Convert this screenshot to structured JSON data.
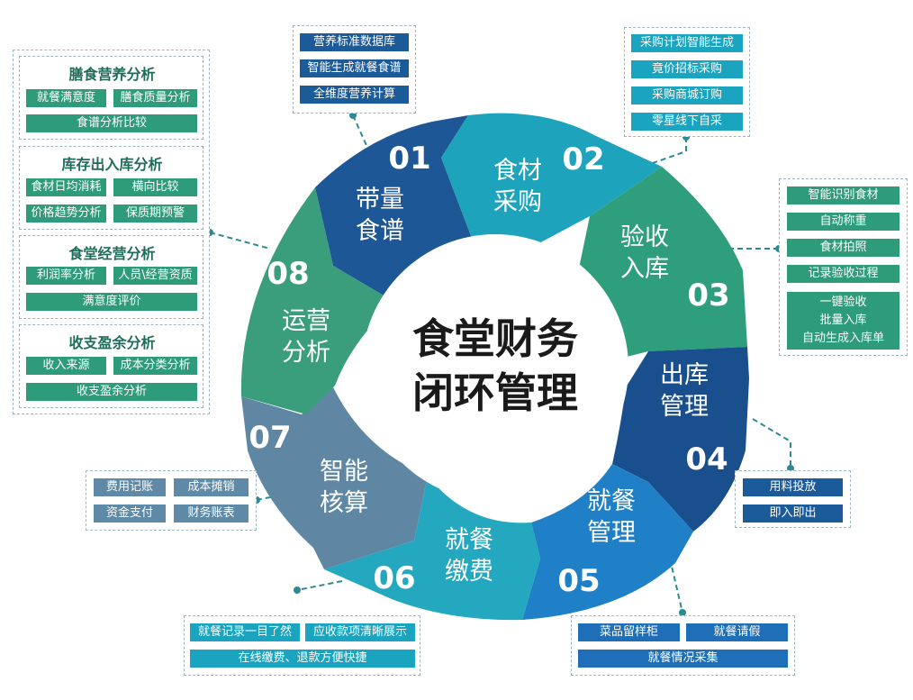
{
  "colors": {
    "step01": "#1d5796",
    "step02": "#1da3bb",
    "step03": "#2f9e7d",
    "step04": "#1a4f8e",
    "step05": "#1f7fc7",
    "step06": "#23a8c0",
    "step07": "#5f87a4",
    "step08": "#3a9d7c",
    "tag_dark_blue": "#1c5b99",
    "tag_teal": "#1aa4bf",
    "tag_green": "#2e9c7a",
    "tag_slate": "#5e8aa7",
    "tag_blue": "#1e6fb8"
  },
  "center": {
    "line1": "食堂财务",
    "line2": "闭环管理"
  },
  "steps": [
    {
      "num": "01",
      "line1": "带量",
      "line2": "食谱"
    },
    {
      "num": "02",
      "line1": "食材",
      "line2": "采购"
    },
    {
      "num": "03",
      "line1": "验收",
      "line2": "入库"
    },
    {
      "num": "04",
      "line1": "出库",
      "line2": "管理"
    },
    {
      "num": "05",
      "line1": "就餐",
      "line2": "管理"
    },
    {
      "num": "06",
      "line1": "就餐",
      "line2": "缴费"
    },
    {
      "num": "07",
      "line1": "智能",
      "line2": "核算"
    },
    {
      "num": "08",
      "line1": "运营",
      "line2": "分析"
    }
  ],
  "box01": [
    "营养标准数据库",
    "智能生成就餐食谱",
    "全维度营养计算"
  ],
  "box02": [
    "采购计划智能生成",
    "竟价招标采购",
    "采购商城订购",
    "零星线下自采"
  ],
  "box03": [
    "智能识别食材",
    "自动称重",
    "食材拍照",
    "记录验收过程",
    "一键验收",
    "批量入库",
    "自动生成入库单"
  ],
  "box04": [
    "用料投放",
    "即入即出"
  ],
  "box05": [
    "菜品留样柜",
    "就餐请假",
    "就餐情况采集"
  ],
  "box06": [
    "就餐记录一目了然",
    "应收款项清晰展示",
    "在线缴费、退款方便快捷"
  ],
  "box07": [
    "费用记账",
    "成本摊销",
    "资金支付",
    "财务账表"
  ],
  "box08": {
    "groups": [
      {
        "title": "膳食营养分析",
        "items": [
          "就餐满意度",
          "膳食质量分析",
          "食谱分析比较"
        ]
      },
      {
        "title": "库存出入库分析",
        "items": [
          "食材日均消耗",
          "横向比较",
          "价格趋势分析",
          "保质期预警"
        ]
      },
      {
        "title": "食堂经营分析",
        "items": [
          "利润率分析",
          "人员\\经营资质",
          "满意度评价"
        ]
      },
      {
        "title": "收支盈余分析",
        "items": [
          "收入来源",
          "成本分类分析",
          "收支盈余分析"
        ]
      }
    ]
  }
}
